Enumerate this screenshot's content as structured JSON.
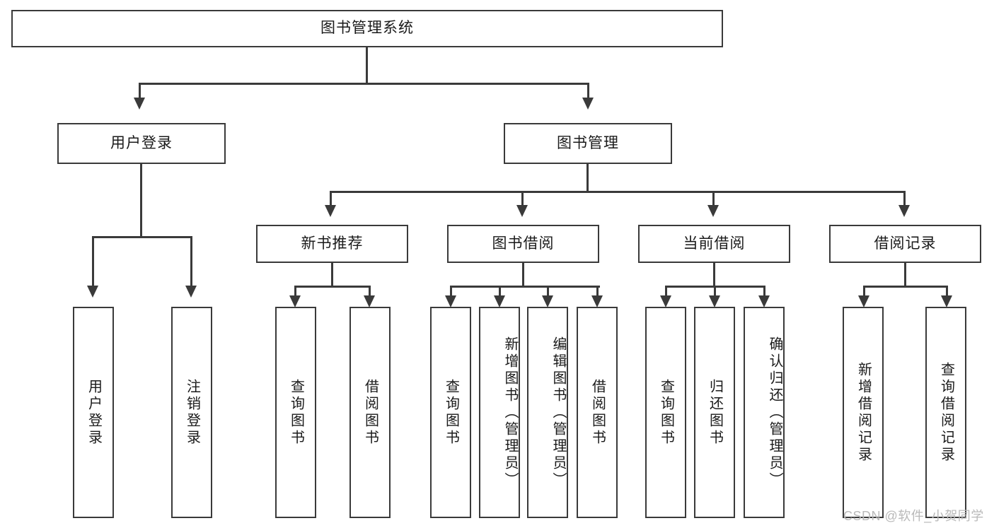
{
  "diagram": {
    "type": "tree-hierarchy-chart",
    "title": "图书管理系统",
    "watermark": "CSDN @软件_小贺同学",
    "colors": {
      "stroke": "#3a3a3a",
      "fill": "#ffffff",
      "text": "#1a1a1a",
      "watermark": "#b9b9b9",
      "background": "#ffffff"
    },
    "root": {
      "label": "图书管理系统"
    },
    "level2": [
      {
        "label": "用户登录"
      },
      {
        "label": "图书管理"
      }
    ],
    "level3": [
      {
        "label": "新书推荐"
      },
      {
        "label": "图书借阅"
      },
      {
        "label": "当前借阅"
      },
      {
        "label": "借阅记录"
      }
    ],
    "leaves": {
      "user_login": [
        {
          "label": "用户登录"
        },
        {
          "label": "注销登录"
        }
      ],
      "new_book_recommend": [
        {
          "label": "查询图书"
        },
        {
          "label": "借阅图书"
        }
      ],
      "book_borrow": [
        {
          "label": "查询图书"
        },
        {
          "label": "新增图书（管理员）"
        },
        {
          "label": "编辑图书（管理员）"
        },
        {
          "label": "借阅图书"
        }
      ],
      "current_borrow": [
        {
          "label": "查询图书"
        },
        {
          "label": "归还图书"
        },
        {
          "label": "确认归还（管理员）"
        }
      ],
      "borrow_record": [
        {
          "label": "新增借阅记录"
        },
        {
          "label": "查询借阅记录"
        }
      ]
    }
  }
}
